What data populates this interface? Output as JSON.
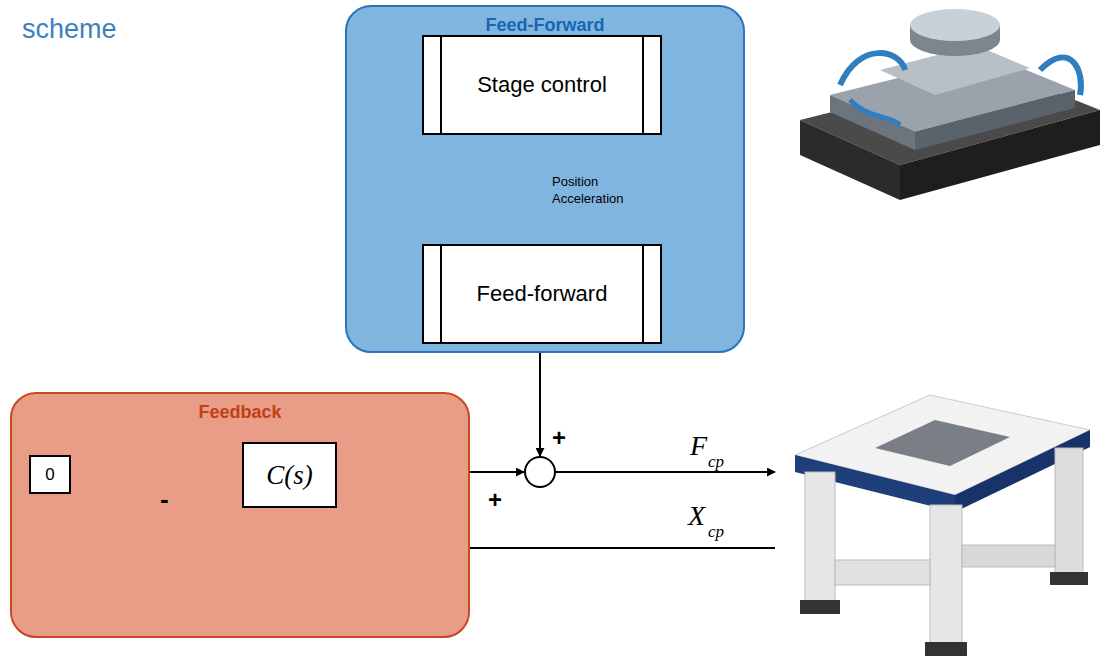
{
  "diagram": {
    "title": "scheme",
    "nodes": [
      {
        "text": [
          "Feed-Forward"
        ]
      },
      {
        "text": [
          "Stage control"
        ],
        "in": 0
      },
      {
        "text": [
          "Feed-forward"
        ],
        "in": 0
      },
      {
        "text": [
          "Feedback"
        ]
      },
      {
        "text": [
          "0"
        ],
        "in": 3
      },
      {
        "text": [
          "C(s)"
        ],
        "in": 3
      }
    ],
    "edges": [
      {
        "from": 1,
        "to": 2,
        "arrow": "to",
        "label": "Position Acceleration"
      }
    ],
    "labels": [
      "+",
      "+",
      "-",
      "F",
      "cp",
      "X",
      "cp"
    ]
  }
}
